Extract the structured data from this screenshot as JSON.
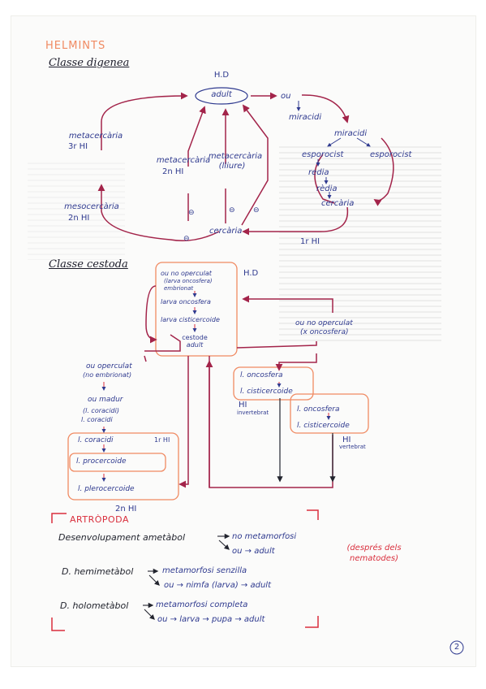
{
  "helmints": {
    "section_title": "HELMINTS",
    "digenea": {
      "title": "Classe digenea",
      "hd": "H.D",
      "adult": "adult",
      "ou": "ou",
      "miracidi_1": "miracidi",
      "miracidi_2": "miracidi",
      "esporocist_left": "esporocist",
      "esporocist_right": "esporocist",
      "redia_1": "redia",
      "redia_2": "rèdia",
      "cercaria_right": "cercària",
      "cercaria_bottom": "cercària",
      "first_hi": "1r HI",
      "metacercaria_left": "metacercària",
      "metacercaria_left_host": "3r HI",
      "mesocercaria": "mesocercària",
      "mesocercaria_host": "2n HI",
      "metacercaria_mid": "metacercària",
      "metacercaria_mid_host": "2n HI",
      "metacercaria_free": "metacercària",
      "metacercaria_free_note": "(lliure)",
      "minus_1": "⊖",
      "minus_2": "⊖",
      "minus_3": "⊖",
      "minus_4": "⊖"
    },
    "cestoda": {
      "title": "Classe cestoda",
      "hd": "H.D",
      "box_line_1": "ou no operculat",
      "box_line_2": "(larva oncosfera)",
      "box_line_3": "embrionat",
      "box_line_4": "larva oncosfera",
      "box_line_5": "larva cisticercoide",
      "box_line_6": "cestode",
      "box_line_7": "adult",
      "ou_no_op": "ou no operculat",
      "ou_no_op_note": "(x oncosfera)",
      "mid_l_oncosfera": "l. oncosfera",
      "mid_l_cisticercoide": "l. cisticercoide",
      "mid_hi": "HI",
      "mid_hi_note": "invertebrat",
      "right_l_oncosfera": "l. oncosfera",
      "right_l_cisticercoide": "l. cisticercoide",
      "right_hi": "HI",
      "right_hi_note": "vertebrat",
      "ou_operculat": "ou operculat",
      "ou_operculat_note": "(no embrionat)",
      "ou_madur": "ou madur",
      "ou_madur_note_1": "(l. coracidi)",
      "ou_madur_note_2": "l. coracidi",
      "l_coracidi": "l. coracidi",
      "l_procercoide": "l. procercoide",
      "l_plerocercoide": "l. plerocercoide",
      "first_hi": "1r HI",
      "second_hi": "2n HI"
    }
  },
  "artropoda": {
    "title": "ARTRÒPODA",
    "ametabol_label": "Desenvolupament ametàbol",
    "ametabol_1": "no metamorfosi",
    "ametabol_2": "ou → adult",
    "note": "(després dels nematodes)",
    "hemimetabol_label": "D. hemimetàbol",
    "hemimetabol_1": "metamorfosi senzilla",
    "hemimetabol_2": "ou → nimfa (larva) → adult",
    "holometabol_label": "D. holometàbol",
    "holometabol_1": "metamorfosi completa",
    "holometabol_2": "ou → larva → pupa → adult"
  },
  "page_number": "2",
  "colors": {
    "ink_blue": "#2f3a8f",
    "arrow_red": "#a3244a",
    "highlight_orange": "#f08a62",
    "title_orange": "#f08a62",
    "ink_dark": "#22242e",
    "red": "#d92e3c"
  }
}
